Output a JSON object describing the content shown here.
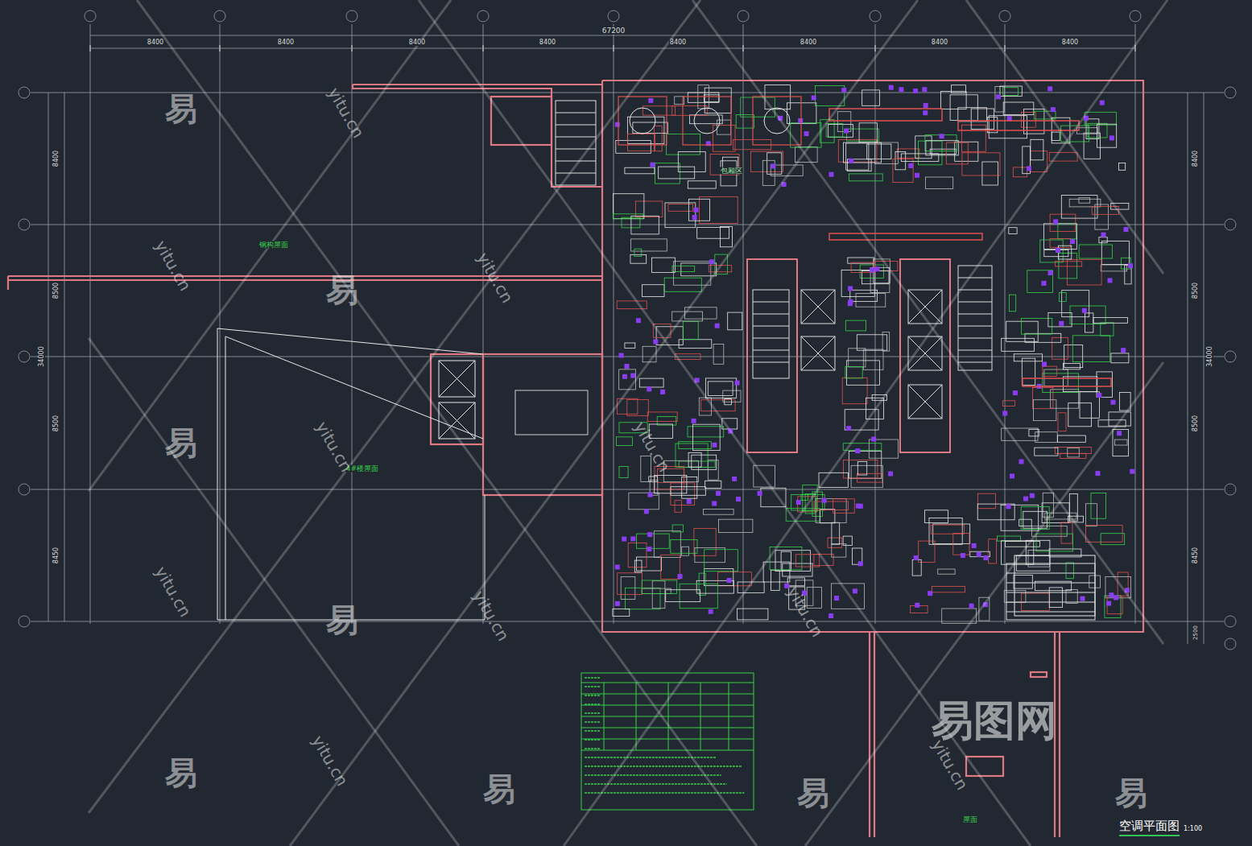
{
  "diagram": {
    "title": "空调平面图",
    "labels": [
      "67200",
      "8400",
      "8400",
      "8400",
      "8400",
      "8400",
      "8400",
      "8400",
      "8400",
      "8400",
      "8500",
      "8500",
      "8450",
      "34000",
      "8400",
      "8500",
      "8500",
      "8450",
      "34000",
      "2500",
      "包厢区",
      "钢构屋面",
      "4#楼屋面",
      "屋面",
      "1:100",
      "易",
      "易",
      "易",
      "易",
      "易",
      "易",
      "易",
      "易",
      "yitu.cn",
      "yitu.cn",
      "yitu.cn",
      "yitu.cn",
      "yitu.cn",
      "yitu.cn",
      "yitu.cn",
      "yitu.cn",
      "yitu.cn",
      "yitu.cn",
      "易图网"
    ]
  }
}
